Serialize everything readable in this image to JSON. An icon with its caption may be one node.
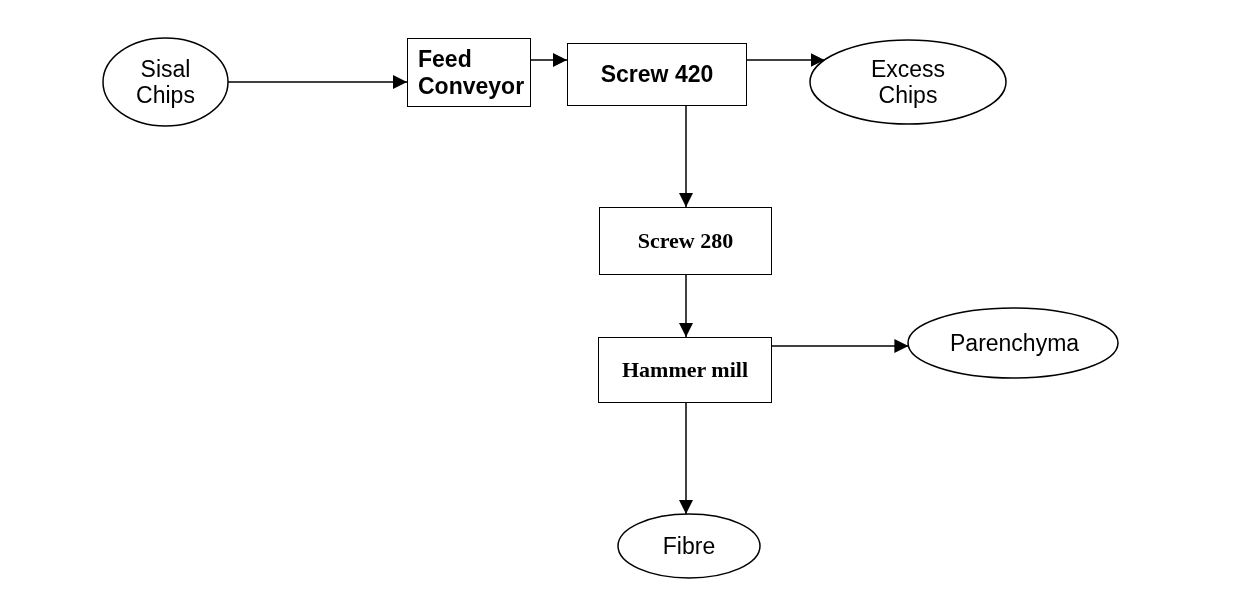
{
  "diagram": {
    "nodes": [
      {
        "text": [
          "Sisal Chips"
        ]
      },
      {
        "text": [
          "Feed Conveyor"
        ]
      },
      {
        "text": [
          "Screw 420"
        ]
      },
      {
        "text": [
          "Excess Chips"
        ]
      },
      {
        "text": [
          "Screw 280"
        ]
      },
      {
        "text": [
          "Hammer mill"
        ]
      },
      {
        "text": [
          "Parenchyma"
        ]
      },
      {
        "text": [
          "Fibre"
        ]
      }
    ],
    "edges": [
      {
        "from": 0,
        "to": 1,
        "arrow": "to"
      },
      {
        "from": 1,
        "to": 2,
        "arrow": "to"
      },
      {
        "from": 2,
        "to": 3,
        "arrow": "to"
      },
      {
        "from": 2,
        "to": 4,
        "arrow": "to"
      },
      {
        "from": 4,
        "to": 5,
        "arrow": "to"
      },
      {
        "from": 5,
        "to": 6,
        "arrow": "to"
      },
      {
        "from": 5,
        "to": 7,
        "arrow": "to"
      }
    ]
  }
}
